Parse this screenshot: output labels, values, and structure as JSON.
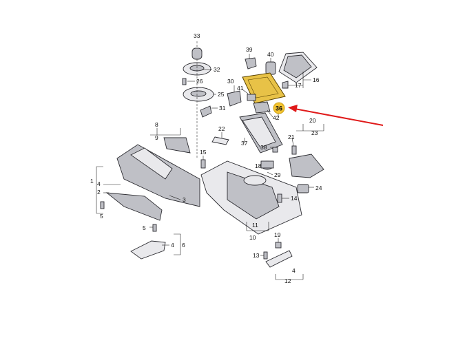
{
  "labels": [
    {
      "id": "33",
      "text": "33"
    },
    {
      "id": "32",
      "text": "32"
    },
    {
      "id": "26",
      "text": "26"
    },
    {
      "id": "25",
      "text": "25"
    },
    {
      "id": "31",
      "text": "31"
    },
    {
      "id": "30",
      "text": "30"
    },
    {
      "id": "39",
      "text": "39"
    },
    {
      "id": "40",
      "text": "40"
    },
    {
      "id": "41",
      "text": "41"
    },
    {
      "id": "17",
      "text": "17"
    },
    {
      "id": "16",
      "text": "16"
    },
    {
      "id": "42",
      "text": "42"
    },
    {
      "id": "8",
      "text": "8"
    },
    {
      "id": "9",
      "text": "9"
    },
    {
      "id": "22",
      "text": "22"
    },
    {
      "id": "37",
      "text": "37"
    },
    {
      "id": "38",
      "text": "38"
    },
    {
      "id": "20",
      "text": "20"
    },
    {
      "id": "23",
      "text": "23"
    },
    {
      "id": "21",
      "text": "21"
    },
    {
      "id": "15",
      "text": "15"
    },
    {
      "id": "18",
      "text": "18"
    },
    {
      "id": "29",
      "text": "29"
    },
    {
      "id": "1",
      "text": "1"
    },
    {
      "id": "4a",
      "text": "4"
    },
    {
      "id": "2",
      "text": "2"
    },
    {
      "id": "3",
      "text": "3"
    },
    {
      "id": "5a",
      "text": "5"
    },
    {
      "id": "5b",
      "text": "5"
    },
    {
      "id": "4b",
      "text": "4"
    },
    {
      "id": "6",
      "text": "6"
    },
    {
      "id": "14",
      "text": "14"
    },
    {
      "id": "24",
      "text": "24"
    },
    {
      "id": "11",
      "text": "11"
    },
    {
      "id": "10",
      "text": "10"
    },
    {
      "id": "19",
      "text": "19"
    },
    {
      "id": "13",
      "text": "13"
    },
    {
      "id": "4c",
      "text": "4"
    },
    {
      "id": "12",
      "text": "12"
    }
  ],
  "callout": {
    "text": "36",
    "color": "#f2c230"
  },
  "highlight_color": "#e8c247",
  "arrow_color": "#e01a1a"
}
